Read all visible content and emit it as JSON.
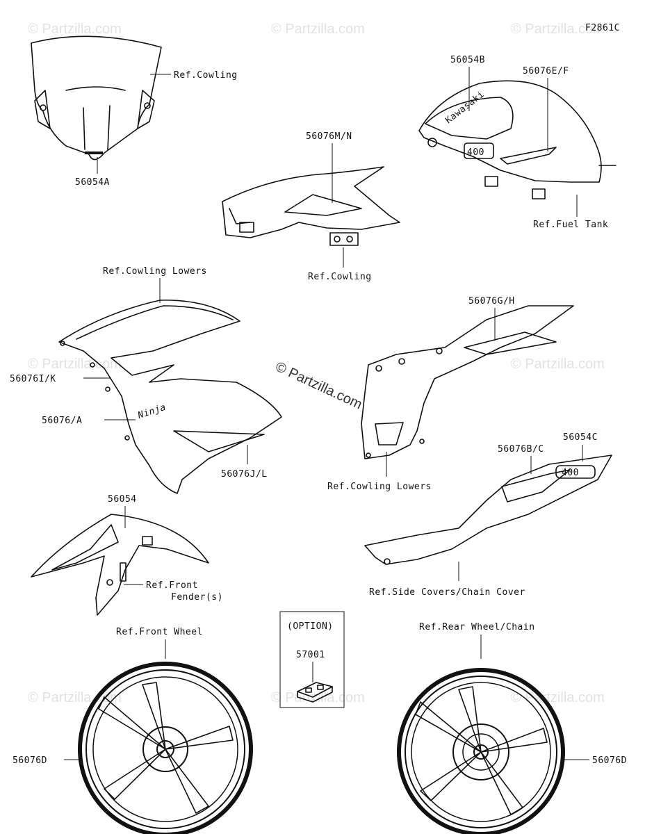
{
  "figure_code": "F2861C",
  "watermark_text": "© Partzilla.com",
  "copyright_text": "© Partzilla.com",
  "callouts": {
    "windshield_part": "56054A",
    "windshield_ref": "Ref.Cowling",
    "cowl_center_part": "56076M/N",
    "cowl_center_ref": "Ref.Cowling",
    "tank_part_1": "56054B",
    "tank_part_2": "56076E/F",
    "tank_ref": "Ref.Fuel Tank",
    "lower_left_ref": "Ref.Cowling Lowers",
    "lower_left_part_1": "56076I/K",
    "lower_left_part_2": "56076/A",
    "lower_left_part_3": "56076J/L",
    "lower_right_part": "56076G/H",
    "lower_right_ref": "Ref.Cowling Lowers",
    "tail_part_1": "56076B/C",
    "tail_part_2": "56054C",
    "tail_ref": "Ref.Side Covers/Chain Cover",
    "fender_part": "56054",
    "fender_ref_1": "Ref.Front",
    "fender_ref_2": "Fender(s)",
    "option_label": "(OPTION)",
    "option_part": "57001",
    "front_wheel_ref": "Ref.Front Wheel",
    "front_wheel_part": "56076D",
    "rear_wheel_ref": "Ref.Rear Wheel/Chain",
    "rear_wheel_part": "56076D"
  },
  "decal_text": {
    "brand": "Kawasaki",
    "model_script": "Ninja",
    "displacement": "400"
  },
  "colors": {
    "ink": "#111111",
    "watermark": "#e2e2e2",
    "background": "#ffffff"
  }
}
